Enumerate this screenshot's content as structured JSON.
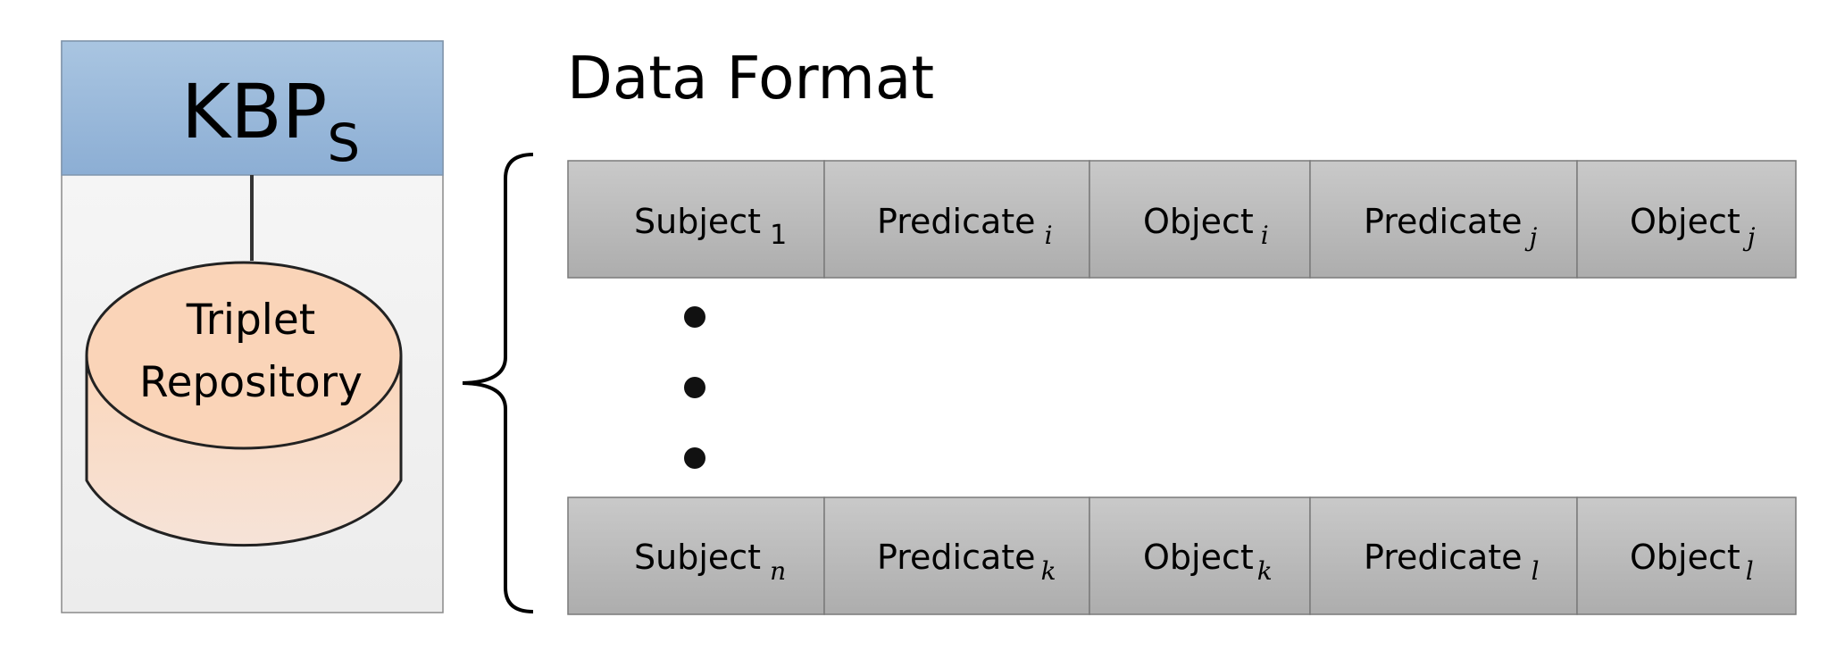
{
  "system": {
    "title_main": "KBP",
    "title_sub": "S",
    "repository_line1": "Triplet",
    "repository_line2": "Repository"
  },
  "data_format": {
    "heading": "Data Format",
    "rows": [
      {
        "cells": [
          {
            "text": "Subject",
            "sub": "1"
          },
          {
            "text": "Predicate",
            "sub": "i"
          },
          {
            "text": "Object",
            "sub": "i"
          },
          {
            "text": "Predicate",
            "sub": "j"
          },
          {
            "text": "Object",
            "sub": "j"
          }
        ]
      },
      {
        "cells": [
          {
            "text": "Subject",
            "sub": "n"
          },
          {
            "text": "Predicate",
            "sub": "k"
          },
          {
            "text": "Object",
            "sub": "k"
          },
          {
            "text": "Predicate",
            "sub": "l"
          },
          {
            "text": "Object",
            "sub": "l"
          }
        ]
      }
    ]
  },
  "colors": {
    "header_fill_top": "#a8c4e0",
    "header_fill_bottom": "#8db0d6",
    "panel_fill": "#f2f2f2",
    "cylinder_fill_top": "#fcd9bf",
    "cylinder_fill_bottom": "#f5e1d5",
    "cell_fill": "#c0c0c0",
    "cell_fill_bottom": "#b0b0b0",
    "stroke": "#000000"
  }
}
